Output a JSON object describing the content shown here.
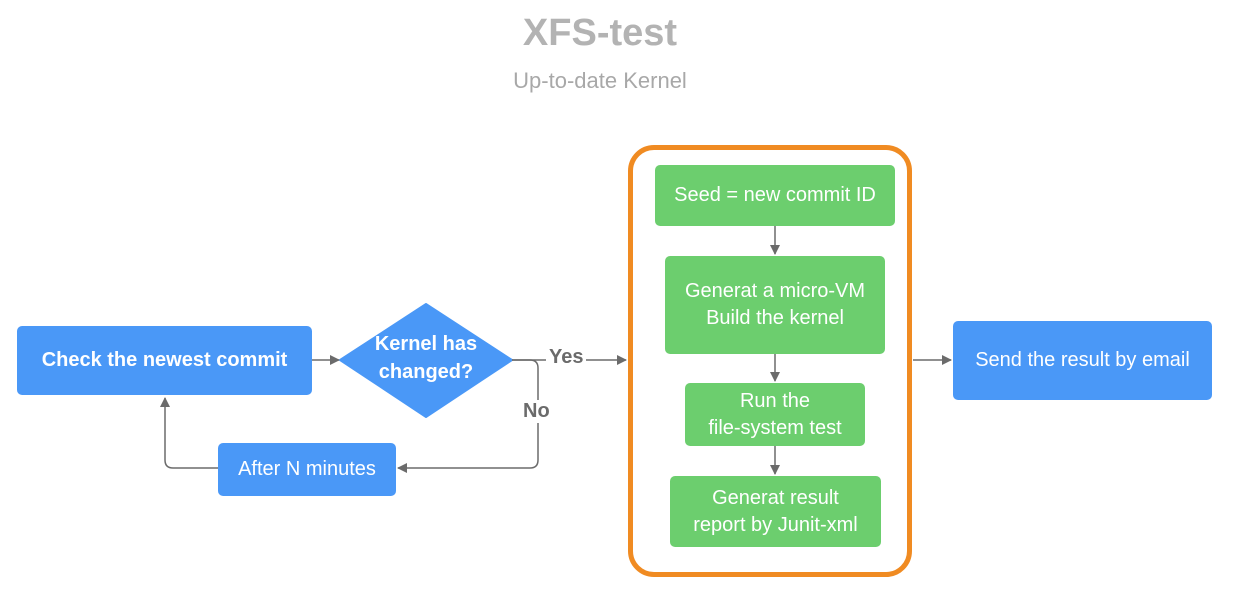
{
  "title": "XFS-test",
  "subtitle": "Up-to-date Kernel",
  "nodes": {
    "check_commit": "Check the newest commit",
    "decision": "Kernel has\nchanged?",
    "after_minutes": "After N  minutes",
    "seed": "Seed = new commit ID",
    "micro_vm": "Generat a micro-VM\nBuild the kernel",
    "run_test": "Run the\nfile-system test",
    "report": "Generat result\nreport by Junit-xml",
    "send_email": "Send the result by email"
  },
  "edge_labels": {
    "yes": "Yes",
    "no": "No"
  },
  "colors": {
    "blue_node": "#4a98f7",
    "green_node": "#6cce6e",
    "group_border": "#f08b22",
    "connector": "#6b6b6b",
    "title": "#b3b3b3"
  }
}
